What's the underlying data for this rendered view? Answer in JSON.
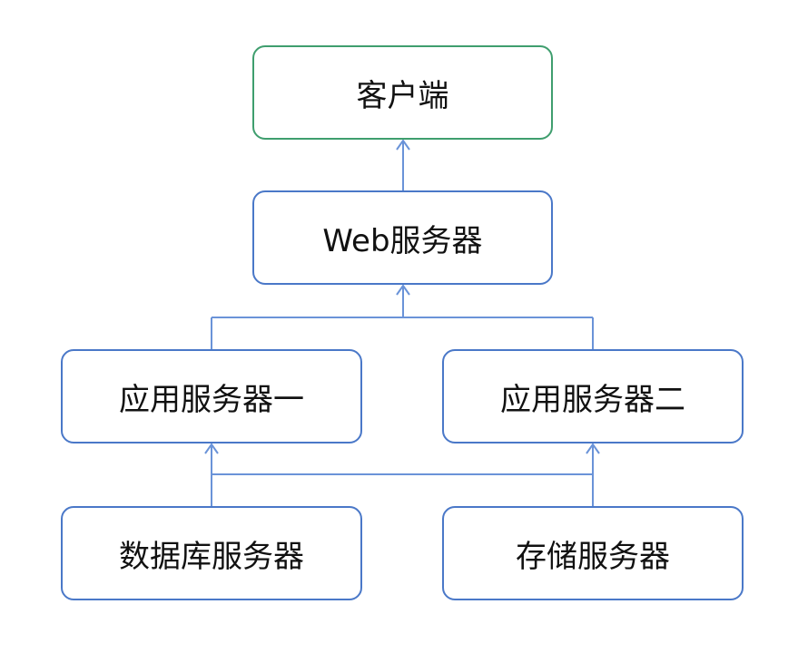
{
  "diagram": {
    "nodes": {
      "client": "客户端",
      "web_server": "Web服务器",
      "app_server_1": "应用服务器一",
      "app_server_2": "应用服务器二",
      "db_server": "数据库服务器",
      "storage_server": "存储服务器"
    },
    "colors": {
      "client_border": "#3f9e6e",
      "node_border": "#4a78c8",
      "connector": "#6a93d8"
    },
    "edges": [
      {
        "from": "web_server",
        "to": "client"
      },
      {
        "from": "app_server_1",
        "to": "web_server"
      },
      {
        "from": "app_server_2",
        "to": "web_server"
      },
      {
        "from": "db_server",
        "to": "app_server_1"
      },
      {
        "from": "db_server",
        "to": "app_server_2"
      },
      {
        "from": "storage_server",
        "to": "app_server_1"
      },
      {
        "from": "storage_server",
        "to": "app_server_2"
      }
    ]
  }
}
